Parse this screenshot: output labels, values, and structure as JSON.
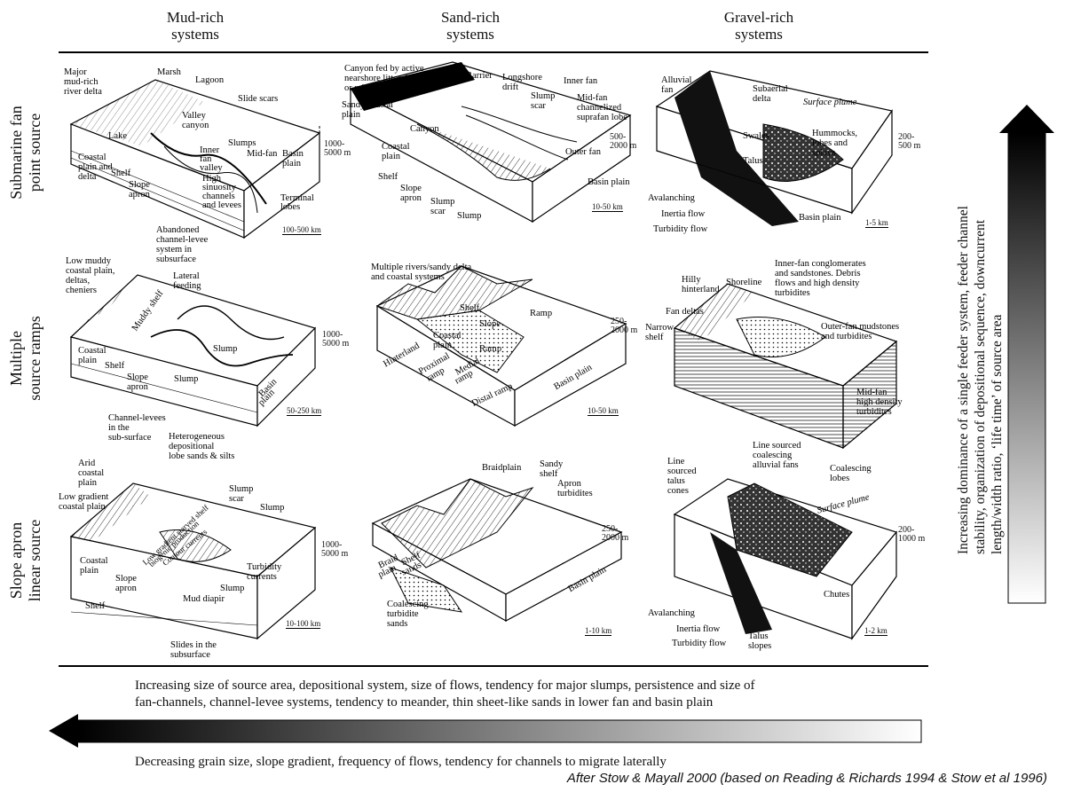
{
  "columns": [
    {
      "key": "mud",
      "line1": "Mud-rich",
      "line2": "systems"
    },
    {
      "key": "sand",
      "line1": "Sand-rich",
      "line2": "systems"
    },
    {
      "key": "gravel",
      "line1": "Gravel-rich",
      "line2": "systems"
    }
  ],
  "rows": [
    {
      "key": "point",
      "line1": "Submarine fan",
      "line2": "point source"
    },
    {
      "key": "ramps",
      "line1": "Multiple",
      "line2": "source ramps"
    },
    {
      "key": "apron",
      "line1": "Slope apron",
      "line2": "linear source"
    }
  ],
  "panels": {
    "mud_point": {
      "labels": [
        "Major",
        "mud-rich",
        "river delta",
        "Marsh",
        "Lagoon",
        "Slide scars",
        "Valley",
        "canyon",
        "Lake",
        "Slumps",
        "Inner",
        "fan",
        "valley",
        "Mid-fan",
        "Basin",
        "plain",
        "Coastal",
        "plain and",
        "delta",
        "Shelf",
        "Slope",
        "apron",
        "High",
        "sinuosity",
        "channels",
        "and levees",
        "Terminal",
        "lobes",
        "Abandoned",
        "channel-levee",
        "system in",
        "subsurface"
      ],
      "depth": [
        "1000-",
        "5000 m"
      ],
      "scale": "100-500 km"
    },
    "sand_point": {
      "labels": [
        "Canyon fed by active",
        "nearshore littoral drift",
        "or relicit shelf sands",
        "Barrier",
        "Longshore",
        "drift",
        "Inner fan",
        "Slump",
        "scar",
        "Mid-fan",
        "channelized",
        "suprafan lobe",
        "Sandy coastal",
        "plain",
        "Canyon",
        "Coastal",
        "plain",
        "Shelf",
        "Slope",
        "apron",
        "Slump",
        "scar",
        "Slump",
        "Outer fan",
        "Basin plain"
      ],
      "depth": [
        "500-",
        "2000 m"
      ],
      "scale": "10-50 km"
    },
    "gravel_point": {
      "labels": [
        "Alluvial",
        "fan",
        "Subaerial",
        "delta",
        "Surface plume",
        "Swales",
        "Hummocks,",
        "lobes and",
        "splays",
        "Talus",
        "Avalanching",
        "Inertia flow",
        "Turbidity flow",
        "Basin plain"
      ],
      "depth": [
        "200-",
        "500 m"
      ],
      "scale": "1-5 km"
    },
    "mud_ramps": {
      "labels": [
        "Low muddy",
        "coastal plain,",
        "deltas,",
        "cheniers",
        "Lateral",
        "feeding",
        "Muddy shelf",
        "Coastal",
        "plain",
        "Shelf",
        "Slump",
        "Slope",
        "apron",
        "Slump",
        "Basin",
        "plain",
        "Channel-levees",
        "in the",
        "sub-surface",
        "Heterogeneous",
        "depositional",
        "lobe sands & silts"
      ],
      "depth": [
        "1000-",
        "5000 m"
      ],
      "scale": "50-250 km"
    },
    "sand_ramps": {
      "labels": [
        "Multiple rivers/sandy delta",
        "and coastal systems",
        "Shelf",
        "Slope",
        "Ramp",
        "Coastal",
        "plain",
        "Ramp",
        "Hinterland",
        "Proximal",
        "ramp",
        "Medial",
        "ramp",
        "Distal ramp",
        "Basin plain"
      ],
      "depth": [
        "250-",
        "2000 m"
      ],
      "scale": "10-50 km"
    },
    "gravel_ramps": {
      "labels": [
        "Inner-fan conglomerates",
        "and sandstones. Debris",
        "flows and high density",
        "turbidites",
        "Hilly",
        "hinterland",
        "Shoreline",
        "Fan deltas",
        "Narrow",
        "shelf",
        "Outer-fan mudstones",
        "and turbidites",
        "Mid-fan",
        "high density",
        "turbidites"
      ],
      "scale": ""
    },
    "mud_apron": {
      "labels": [
        "Arid",
        "coastal",
        "plain",
        "Low gradient",
        "coastal plain",
        "Slump",
        "scar",
        "Slump",
        "Low gradient starved shelf",
        "biogenic production",
        "Contour currents",
        "Turbidity",
        "currents",
        "Coastal",
        "plain",
        "Slope",
        "apron",
        "Slump",
        "Shelf",
        "Mud diapir",
        "Slides in the",
        "subsurface"
      ],
      "depth": [
        "1000-",
        "5000 m"
      ],
      "scale": "10-100 km"
    },
    "sand_apron": {
      "labels": [
        "Braidplain",
        "Sandy",
        "shelf",
        "Apron",
        "turbidites",
        "Braid",
        "plain",
        "Shelf",
        "sands",
        "Coalescing",
        "turbidite",
        "sands",
        "Basin plain"
      ],
      "depth": [
        "250-",
        "2000 m"
      ],
      "scale": "1-10 km"
    },
    "gravel_apron": {
      "labels": [
        "Line sourced",
        "coalescing",
        "alluvial fans",
        "Line",
        "sourced",
        "talus",
        "cones",
        "Coalescing",
        "lobes",
        "Surface plume",
        "Chutes",
        "Avalanching",
        "Inertia flow",
        "Turbidity flow",
        "Talus",
        "slopes"
      ],
      "depth": [
        "200-",
        "1000 m"
      ],
      "scale": "1-2 km"
    }
  },
  "right_arrow_text": [
    "Increasing dominance of a single feeder system, feeder channel",
    "stability, organization of depositional sequence, downcurrent",
    "length/width ratio, ‘life time’ of source area"
  ],
  "bottom_text_1": [
    "Increasing size of source area, depositional system, size of flows, tendency for major slumps, persistence and size of",
    "fan-channels, channel-levee systems, tendency to meander, thin sheet-like sands in lower fan and basin plain"
  ],
  "bottom_text_2": "Decreasing grain size, slope gradient, frequency of flows, tendency for channels to migrate laterally",
  "credit": "After Stow & Mayall 2000 (based on Reading & Richards 1994 & Stow et al 1996)"
}
